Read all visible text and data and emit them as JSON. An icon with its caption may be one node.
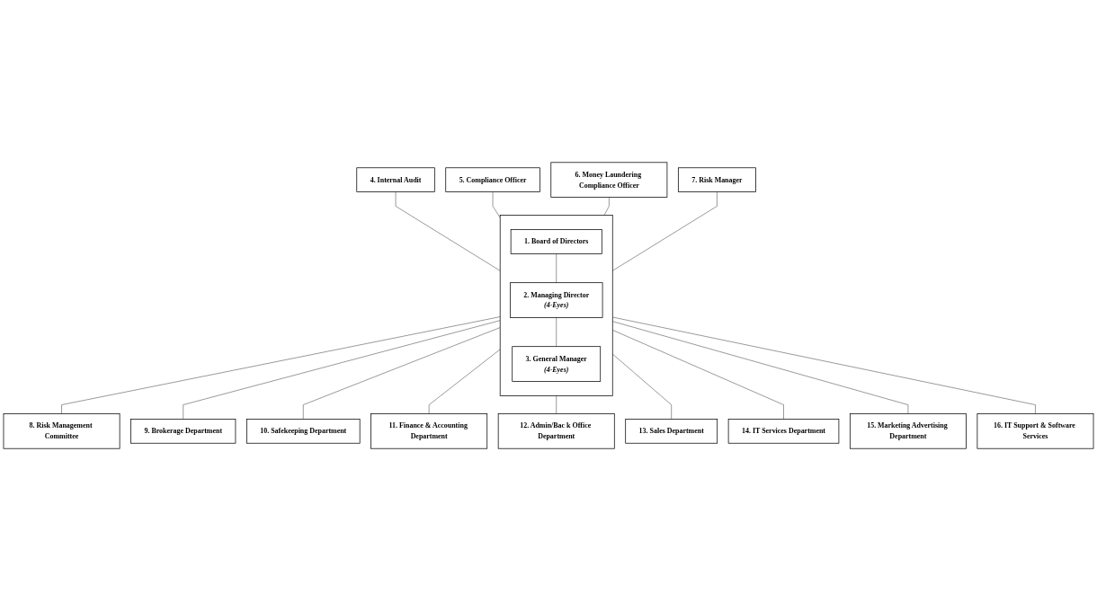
{
  "diagram": {
    "nodes": [
      {
        "text": [],
        "shape": "box"
      },
      {
        "text": [
          "1. Board of Directors"
        ],
        "in": 0
      },
      {
        "text": [
          "2. Managing Director",
          "(4-Eyes)"
        ],
        "in": 0
      },
      {
        "text": [
          "3. General Manager",
          "(4-Eyes)"
        ],
        "in": 0
      },
      {
        "text": [
          "4. Internal Audit"
        ]
      },
      {
        "text": [
          "5. Compliance Officer"
        ]
      },
      {
        "text": [
          "6. Money Laundering Compliance Officer"
        ]
      },
      {
        "text": [
          "7. Risk Manager"
        ]
      },
      {
        "text": [
          "8. Risk Management Committee"
        ]
      },
      {
        "text": [
          "9. Brokerage Department"
        ]
      },
      {
        "text": [
          "10. Safekeeping Department"
        ]
      },
      {
        "text": [
          "11. Finance & Accounting Department"
        ]
      },
      {
        "text": [
          "12. Admin/Bac k Office Department"
        ]
      },
      {
        "text": [
          "13. Sales Department"
        ]
      },
      {
        "text": [
          "14. IT Services Department"
        ]
      },
      {
        "text": [
          "15. Marketing Advertising Department"
        ]
      },
      {
        "text": [
          "16. IT Support & Software Services"
        ]
      }
    ],
    "edges": [
      {
        "from": 1,
        "to": 2,
        "arrow": "none"
      },
      {
        "from": 2,
        "to": 3,
        "arrow": "none"
      },
      {
        "from": 4,
        "to": 0,
        "arrow": "none"
      },
      {
        "from": 5,
        "to": 0,
        "arrow": "none"
      },
      {
        "from": 6,
        "to": 0,
        "arrow": "none"
      },
      {
        "from": 7,
        "to": 0,
        "arrow": "none"
      },
      {
        "from": 0,
        "to": 8,
        "arrow": "none"
      },
      {
        "from": 0,
        "to": 9,
        "arrow": "none"
      },
      {
        "from": 0,
        "to": 10,
        "arrow": "none"
      },
      {
        "from": 0,
        "to": 11,
        "arrow": "none"
      },
      {
        "from": 0,
        "to": 12,
        "arrow": "none"
      },
      {
        "from": 0,
        "to": 13,
        "arrow": "none"
      },
      {
        "from": 0,
        "to": 14,
        "arrow": "none"
      },
      {
        "from": 0,
        "to": 15,
        "arrow": "none"
      },
      {
        "from": 0,
        "to": 16,
        "arrow": "none"
      }
    ]
  }
}
